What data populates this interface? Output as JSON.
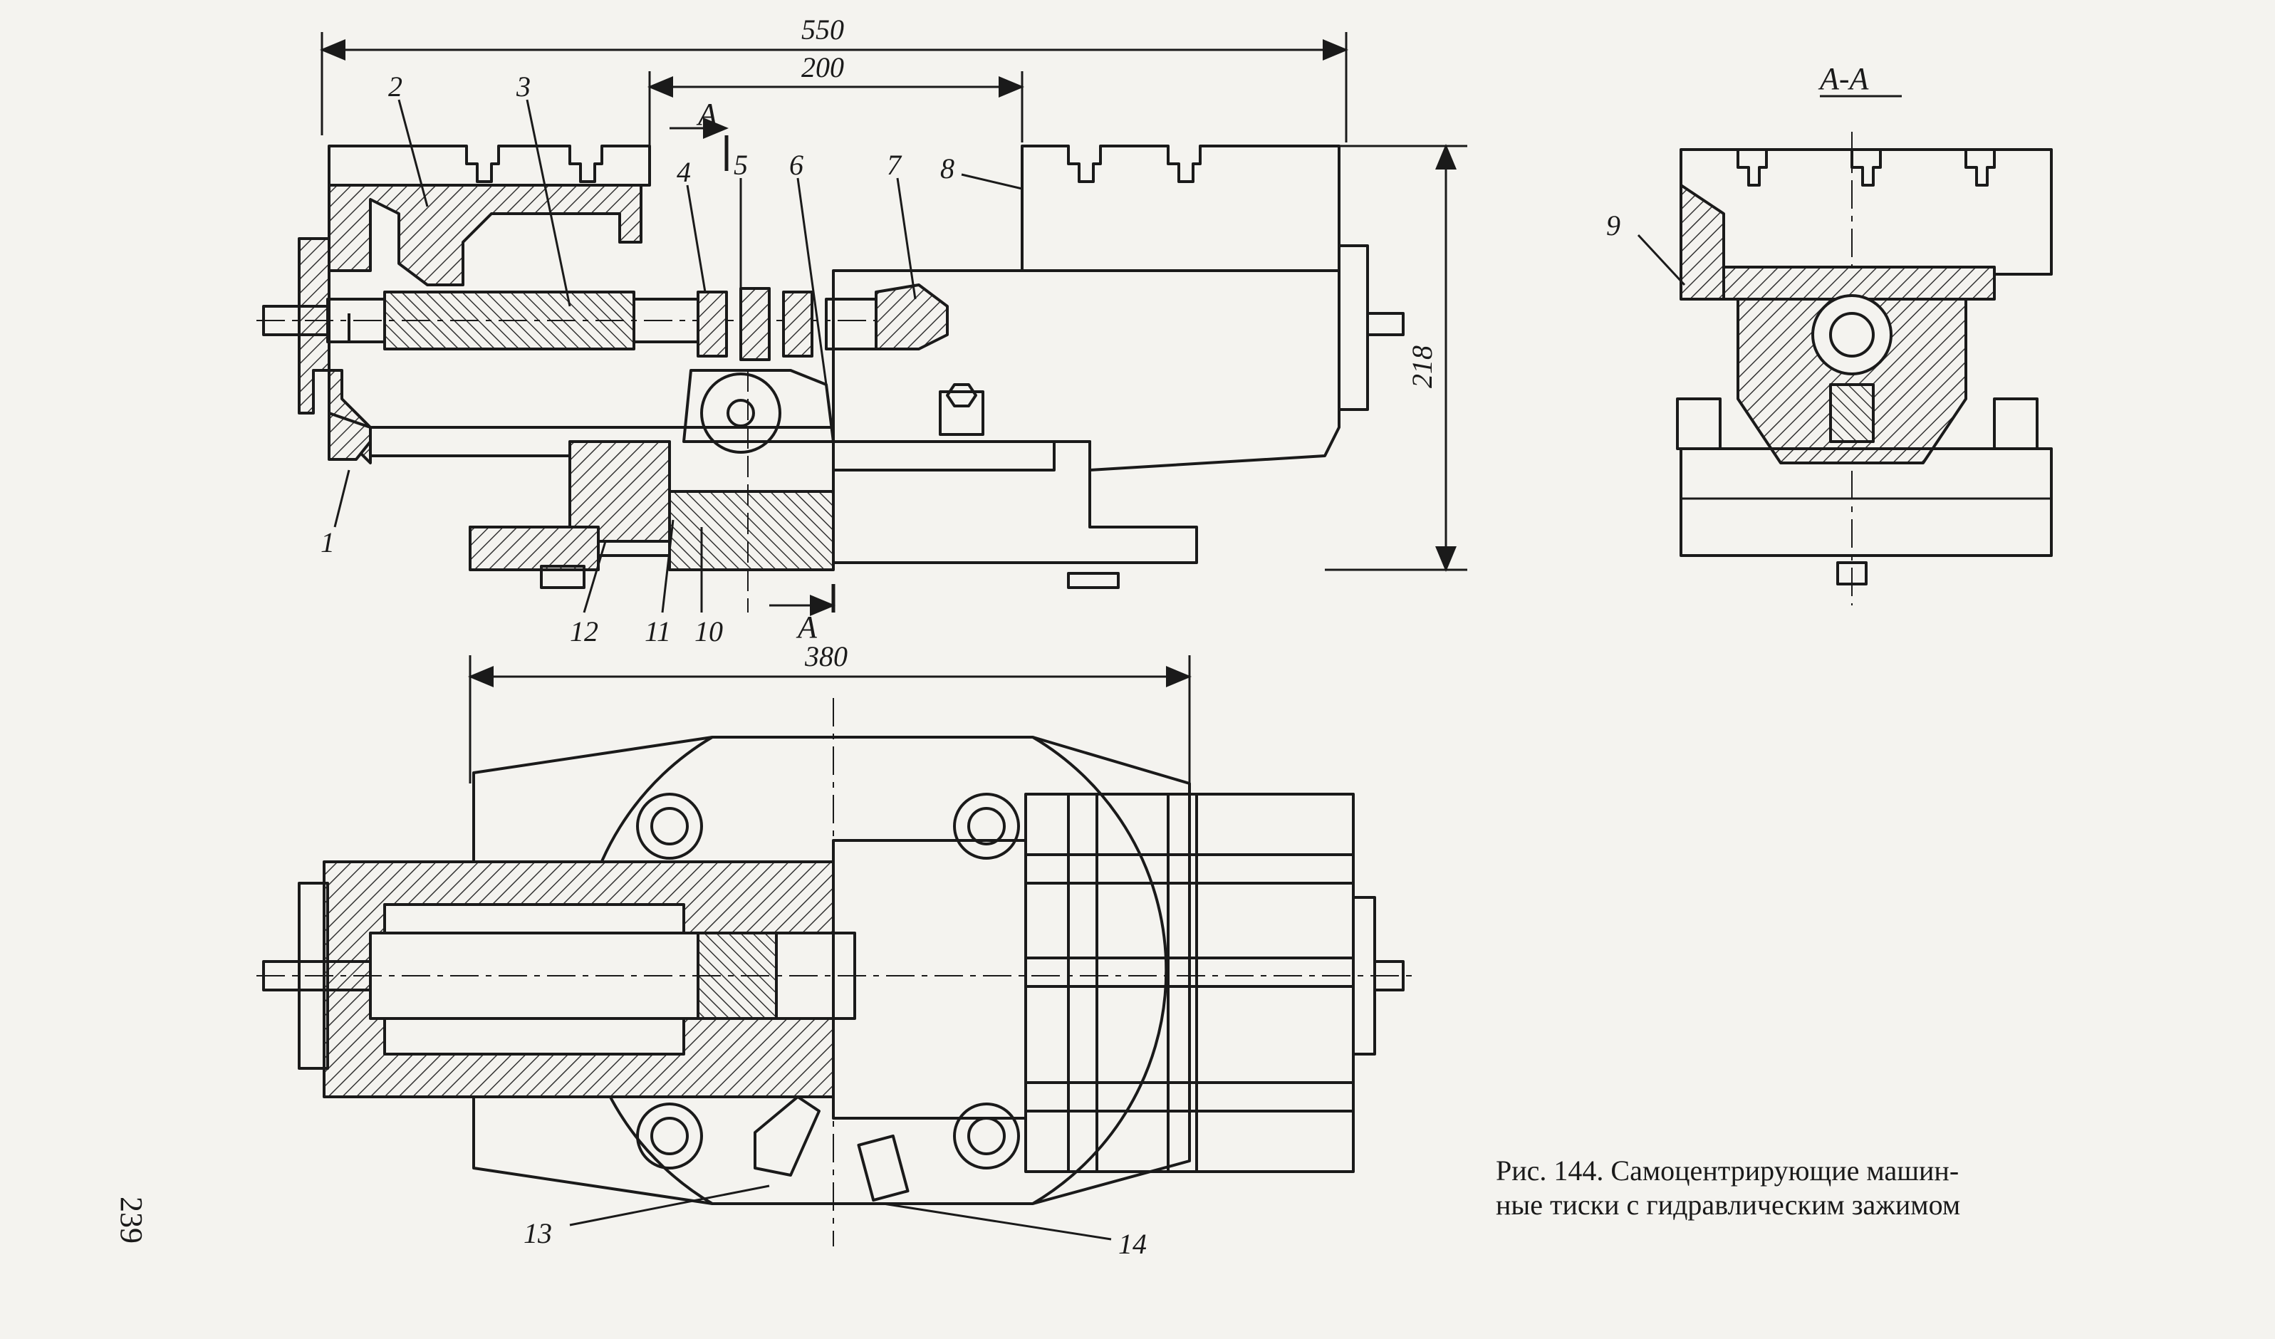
{
  "dimensions": {
    "overall_length": "550",
    "middle_length": "200",
    "height": "218",
    "base_length": "380"
  },
  "section_marks": {
    "section_title": "А-А",
    "cut_top": "А",
    "cut_bottom": "А"
  },
  "part_labels": [
    "1",
    "2",
    "3",
    "4",
    "5",
    "6",
    "7",
    "8",
    "9",
    "10",
    "11",
    "12",
    "13",
    "14"
  ],
  "caption": {
    "line1": "Рис. 144. Самоцентрирующие машин-",
    "line2": "ные тиски с гидравлическим зажимом"
  },
  "page_number": "239"
}
